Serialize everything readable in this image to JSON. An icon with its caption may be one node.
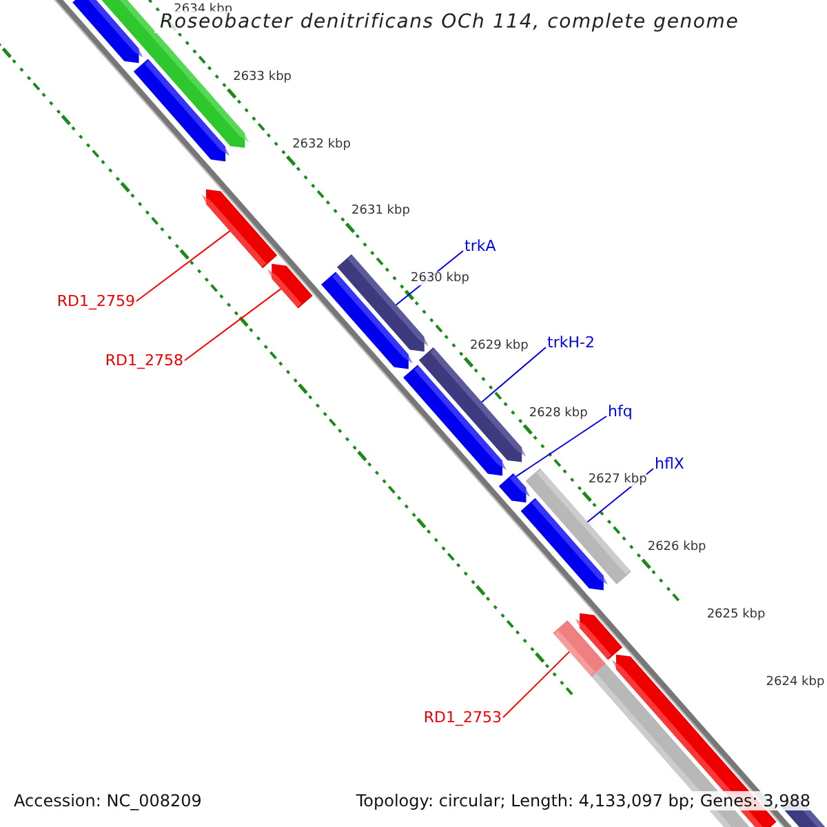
{
  "diagram": {
    "title": "Roseobacter denitrificans OCh 114, complete genome",
    "nodes": [
      {
        "text": [
          "trkA"
        ]
      },
      {
        "text": [
          "RD1_2759"
        ]
      },
      {
        "text": [
          "trkH-2"
        ]
      },
      {
        "text": [
          "RD1_2758"
        ]
      },
      {
        "text": [
          "hfq"
        ]
      },
      {
        "text": [
          "hflX"
        ]
      },
      {
        "text": [
          "RD1_2753"
        ]
      },
      {
        "text": [],
        "shape": "arrow"
      },
      {
        "text": [],
        "shape": "arrow"
      },
      {
        "text": [],
        "shape": "arrow"
      },
      {
        "text": [],
        "shape": "arrow"
      },
      {
        "text": [],
        "shape": "arrow"
      },
      {
        "text": [],
        "shape": "bar"
      },
      {
        "text": [],
        "shape": "bar"
      }
    ],
    "edges": [
      {
        "from": 0,
        "to": 8,
        "arrow": "none"
      },
      {
        "from": 1,
        "to": 7,
        "arrow": "none",
        "color": "#ff0000"
      },
      {
        "from": 2,
        "to": 10,
        "arrow": "none"
      },
      {
        "from": 3,
        "to": 9,
        "arrow": "none",
        "color": "#ff0000"
      },
      {
        "from": 4,
        "to": 11,
        "arrow": "none"
      },
      {
        "from": 5,
        "to": 12,
        "arrow": "none"
      },
      {
        "from": 6,
        "to": 13,
        "arrow": "none",
        "color": "#ff0000"
      }
    ],
    "labels": [
      "2634 kbp",
      "2633 kbp",
      "2632 kbp",
      "2631 kbp",
      "2630 kbp",
      "2629 kbp",
      "2628 kbp",
      "2627 kbp",
      "2626 kbp",
      "2625 kbp",
      "2624 kbp",
      "Accession: NC_008209",
      "Topology: circular; Length: 4,133,097 bp; Genes: 3,988"
    ]
  }
}
